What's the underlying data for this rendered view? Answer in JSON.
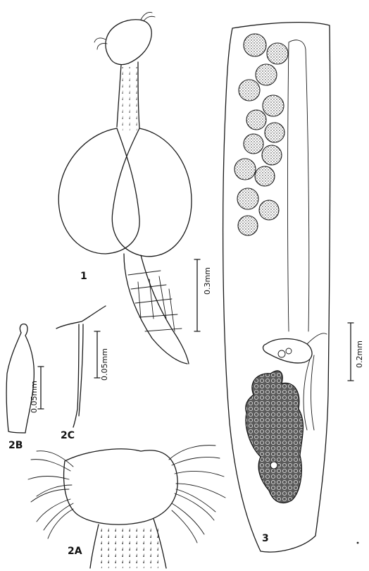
{
  "figures": {
    "fig1": {
      "label": "1",
      "scale": "0.3mm"
    },
    "fig2a": {
      "label": "2A"
    },
    "fig2b": {
      "label": "2B",
      "scale": "0.05mm"
    },
    "fig2c": {
      "label": "2C",
      "scale": "0.05mm"
    },
    "fig3": {
      "label": "3",
      "scale": "0.2mm"
    }
  },
  "colors": {
    "ink": "#1a1a1a",
    "paper": "#ffffff",
    "stipple": "#3a3a3a"
  }
}
